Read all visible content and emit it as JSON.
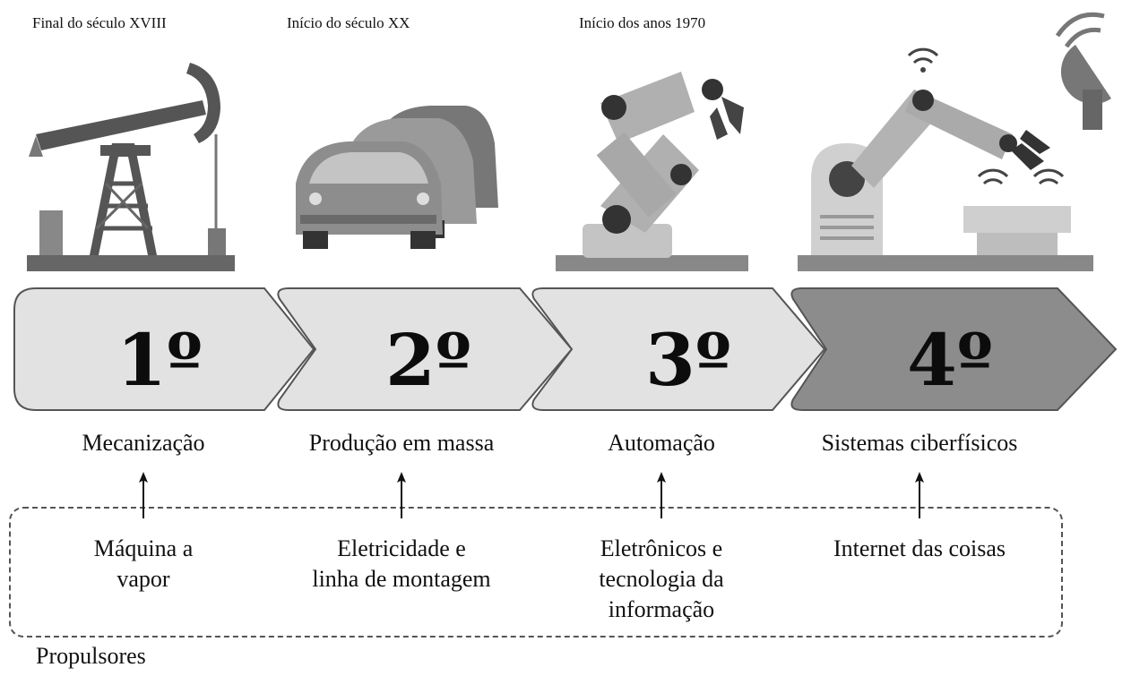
{
  "stages": [
    {
      "era": "Final do século XVIII",
      "number": "1º",
      "label": "Mecanização",
      "driver": [
        "Máquina a",
        "vapor"
      ],
      "icon": "oil-pump-jack-icon"
    },
    {
      "era": "Início do século XX",
      "number": "2º",
      "label": "Produção em massa",
      "driver": [
        "Eletricidade e",
        "linha de montagem"
      ],
      "icon": "cars-icon"
    },
    {
      "era": "Início dos anos 1970",
      "number": "3º",
      "label": "Automação",
      "driver": [
        "Eletrônicos e",
        "tecnologia da",
        "informação"
      ],
      "icon": "robot-arm-icon"
    },
    {
      "era": "",
      "number": "4º",
      "label": "Sistemas ciberfísicos",
      "driver": [
        "Internet das coisas"
      ],
      "icon": "connected-robot-arm-icon"
    }
  ],
  "footer": "Propulsores",
  "colors": {
    "chevron_light": "#e2e2e2",
    "chevron_dark": "#8c8c8c",
    "outline": "#555555",
    "ink": "#111111"
  }
}
